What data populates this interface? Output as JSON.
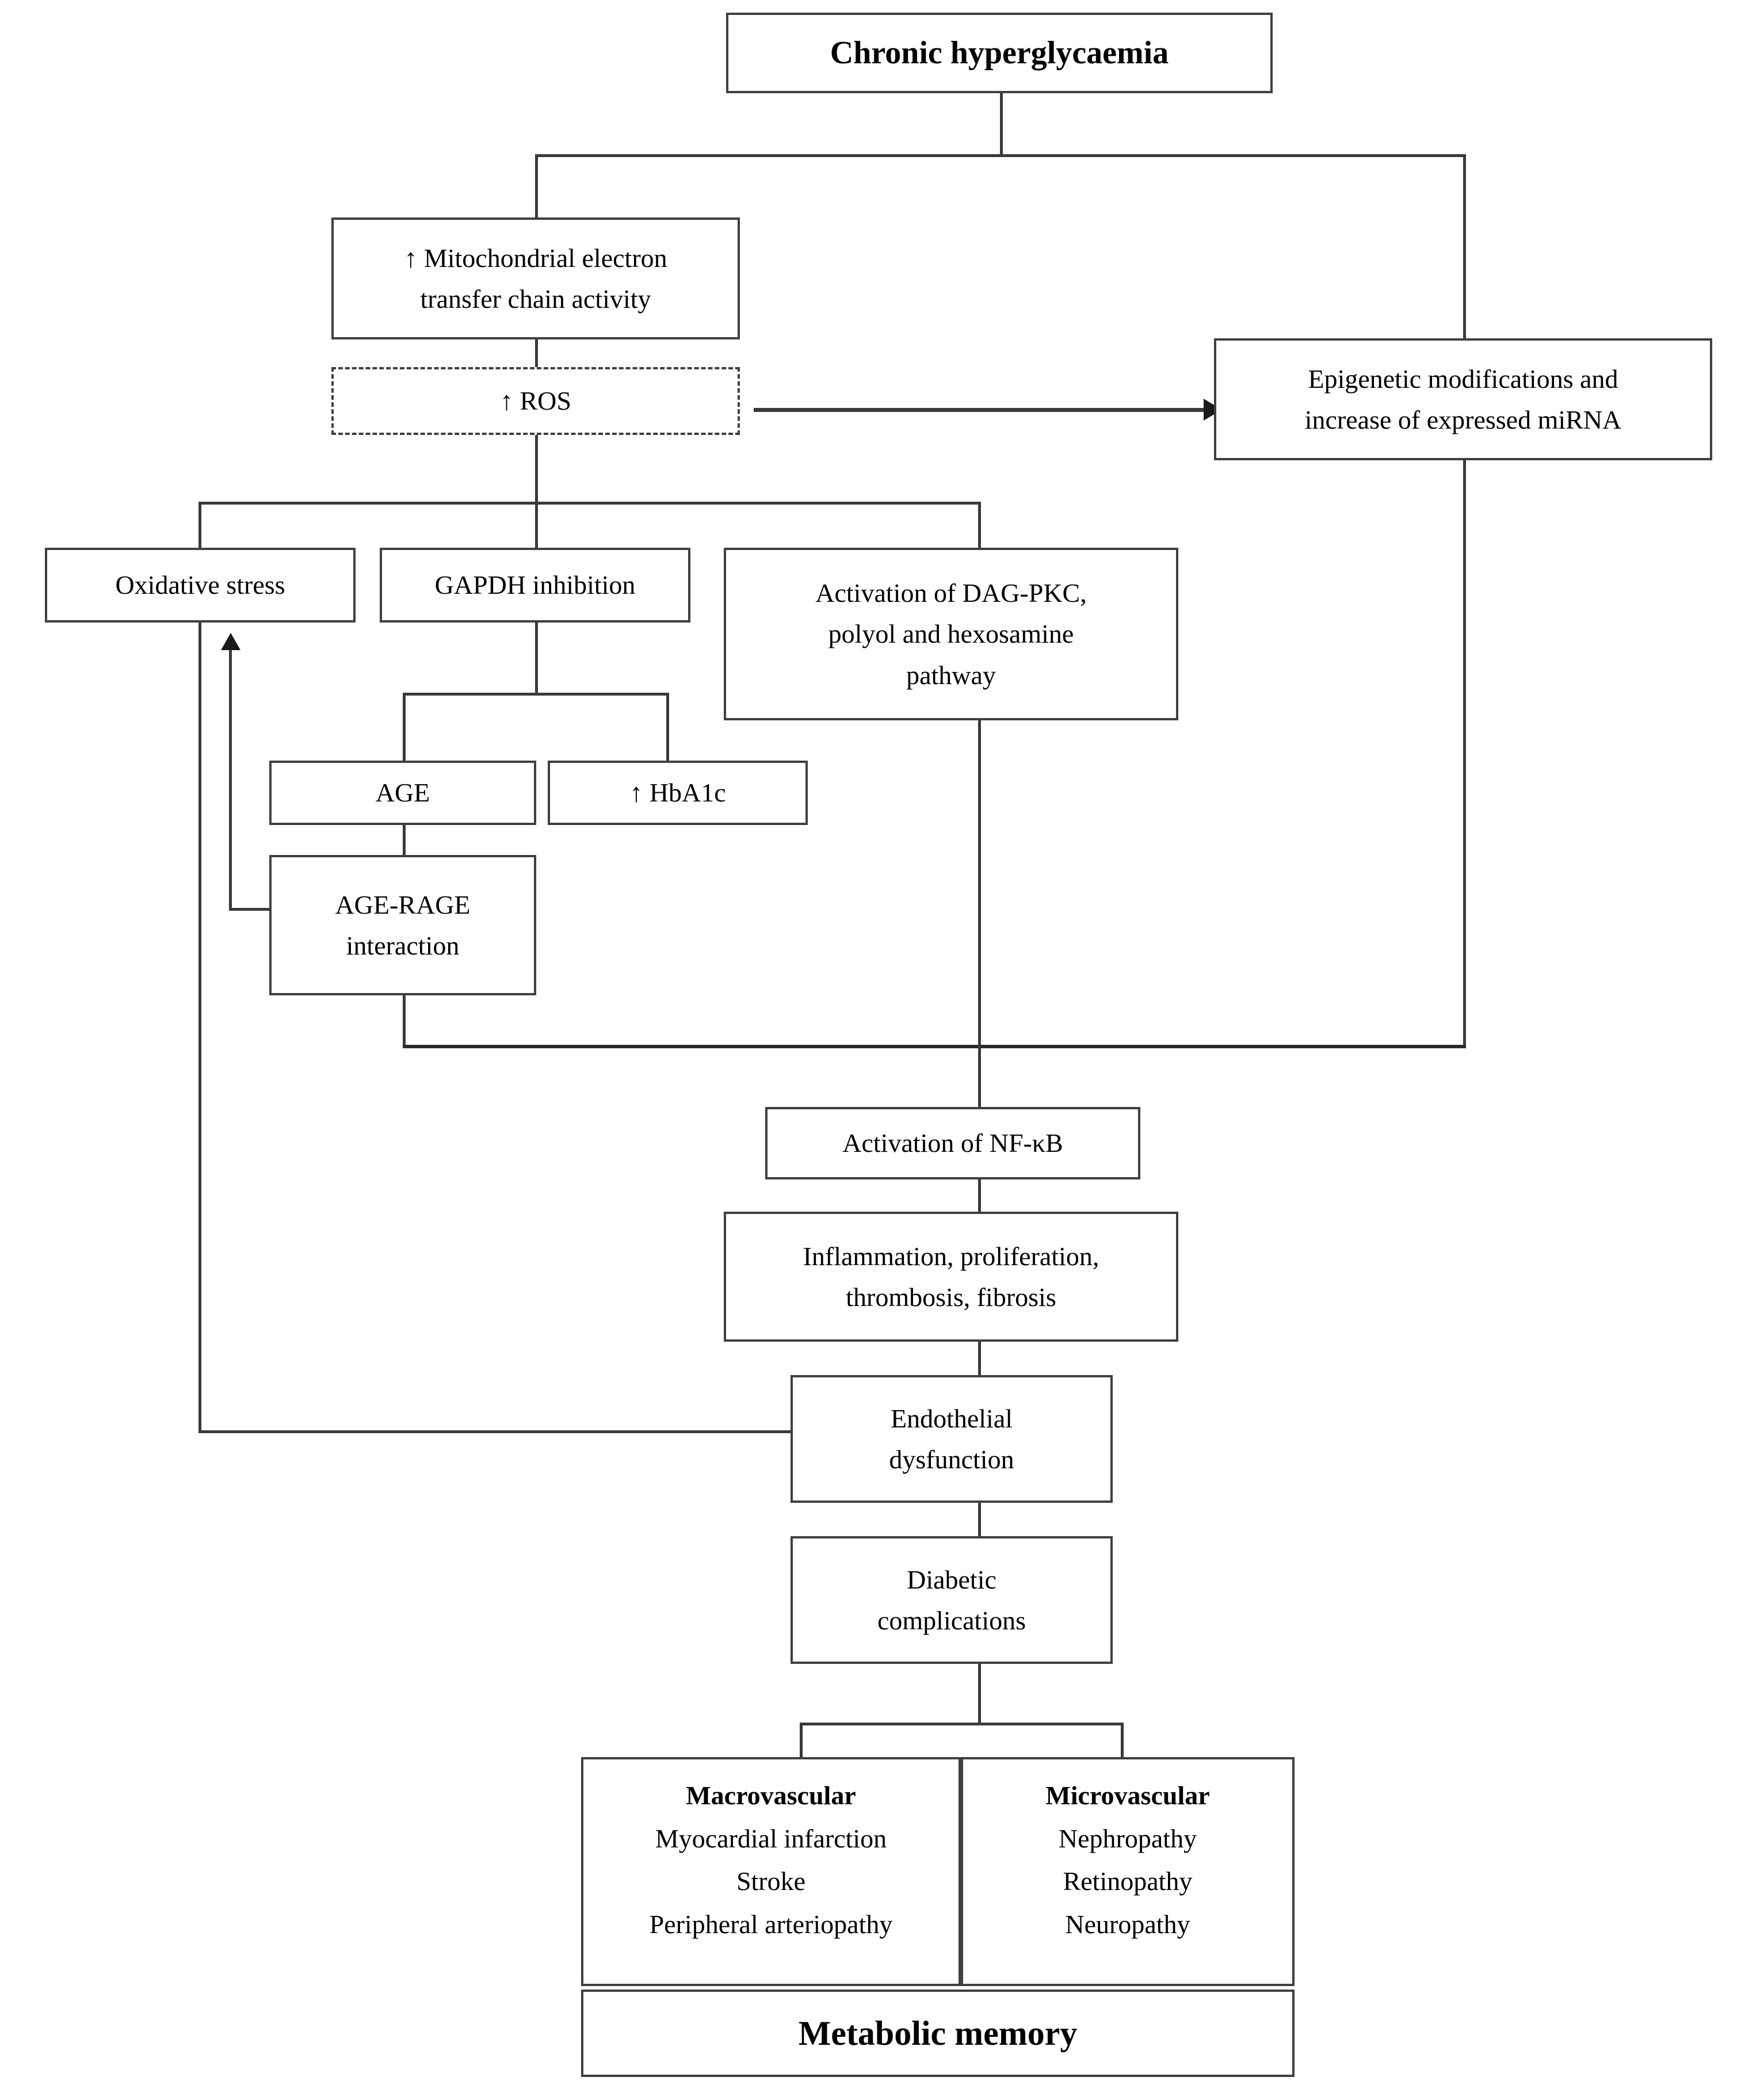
{
  "diagram": {
    "type": "flowchart",
    "title": "Chronic hyperglycaemia pathway to diabetic complications and metabolic memory",
    "nodes": {
      "chronic_hyperglycaemia": {
        "label": "Chronic hyperglycaemia"
      },
      "mito_etc": {
        "line1": "↑ Mitochondrial electron",
        "line2": "transfer chain activity"
      },
      "ros": {
        "label": "↑ ROS"
      },
      "epigenetic": {
        "line1": "Epigenetic modifications and",
        "line2": "increase of expressed miRNA"
      },
      "oxidative_stress": {
        "label": "Oxidative stress"
      },
      "gapdh": {
        "label": "GAPDH inhibition"
      },
      "dag_pkc": {
        "line1": "Activation of DAG-PKC,",
        "line2": "polyol and hexosamine",
        "line3": "pathway"
      },
      "age": {
        "label": "AGE"
      },
      "hba1c": {
        "label": "↑ HbA1c"
      },
      "age_rage": {
        "line1": "AGE-RAGE",
        "line2": "interaction"
      },
      "nfkb": {
        "label": "Activation of NF-κB"
      },
      "inflammation": {
        "line1": "Inflammation, proliferation,",
        "line2": "thrombosis, fibrosis"
      },
      "endothelial": {
        "line1": "Endothelial",
        "line2": "dysfunction"
      },
      "diabetic_complications": {
        "line1": "Diabetic",
        "line2": "complications"
      },
      "macrovascular": {
        "header": "Macrovascular",
        "items": [
          "Myocardial infarction",
          "Stroke",
          "Peripheral arteriopathy"
        ]
      },
      "microvascular": {
        "header": "Microvascular",
        "items": [
          "Nephropathy",
          "Retinopathy",
          "Neuropathy"
        ]
      },
      "metabolic_memory": {
        "label": "Metabolic memory"
      }
    },
    "colors": {
      "box_border": "#404040",
      "connector": "#3a3a3a",
      "background": "#ffffff",
      "text": "#000000"
    }
  }
}
